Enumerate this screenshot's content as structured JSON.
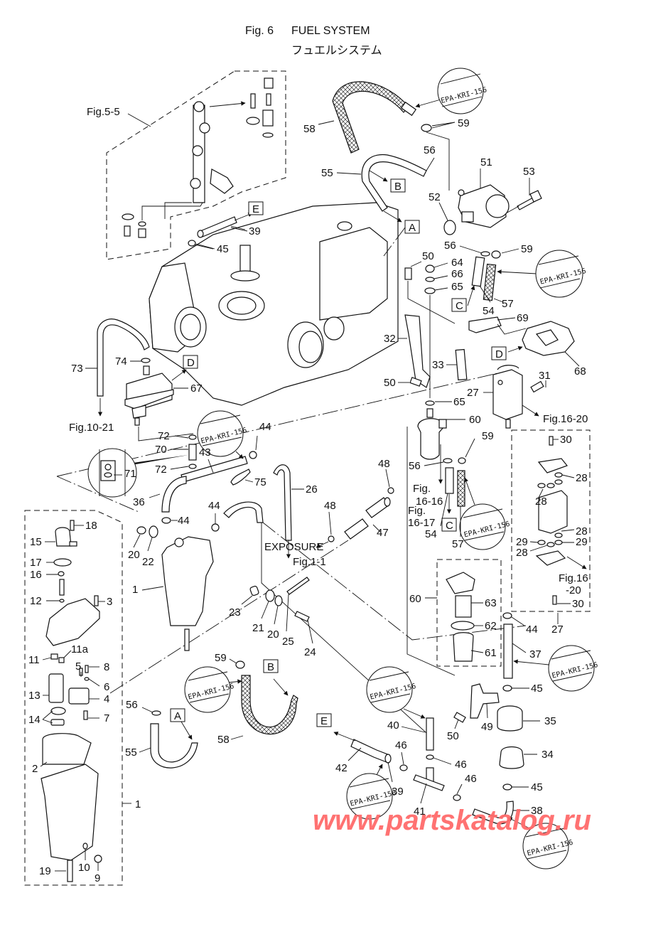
{
  "header": {
    "figure_number": "Fig. 6",
    "title_en": "FUEL SYSTEM",
    "title_ja": "フュエルシステム"
  },
  "cross_references": {
    "fig_5_5": "Fig.5-5",
    "fig_10_21": "Fig.10-21",
    "fig_16_20_a": "Fig.16-20",
    "fig_16_20_b1": "Fig.16",
    "fig_16_20_b2": "-20",
    "fig_16_16_a": "Fig.",
    "fig_16_16_b": "16-16",
    "fig_16_17_a": "Fig.",
    "fig_16_17_b": "16-17",
    "fig_1_1": "Fig.1-1",
    "exposure": "EXPOSURE"
  },
  "connection_markers": [
    "A",
    "B",
    "C",
    "D",
    "E"
  ],
  "hose_marking": "EPA-KRI-156",
  "part_numbers": [
    "1",
    "2",
    "3",
    "4",
    "5",
    "6",
    "7",
    "8",
    "9",
    "10",
    "11",
    "11a",
    "12",
    "13",
    "14",
    "15",
    "16",
    "17",
    "18",
    "19",
    "20",
    "21",
    "22",
    "23",
    "24",
    "25",
    "26",
    "27",
    "28",
    "29",
    "30",
    "31",
    "32",
    "33",
    "34",
    "35",
    "36",
    "37",
    "38",
    "39",
    "40",
    "41",
    "42",
    "43",
    "44",
    "45",
    "46",
    "47",
    "48",
    "49",
    "50",
    "51",
    "52",
    "53",
    "54",
    "55",
    "56",
    "57",
    "58",
    "59",
    "60",
    "61",
    "62",
    "63",
    "64",
    "65",
    "66",
    "67",
    "68",
    "69",
    "70",
    "71",
    "72",
    "73",
    "74",
    "75"
  ],
  "callouts": {
    "p58a": "58",
    "p59a": "59",
    "p56a": "56",
    "p55a": "55",
    "p51": "51",
    "p53": "53",
    "p52": "52",
    "p39a": "39",
    "p45a": "45",
    "p56b": "56",
    "p59b": "59",
    "p50a": "50",
    "p64": "64",
    "p66": "66",
    "p65a": "65",
    "p54a": "54",
    "p57a": "57",
    "p69": "69",
    "p68": "68",
    "p32": "32",
    "p33": "33",
    "p50b": "50",
    "p31": "31",
    "p27a": "27",
    "p65b": "65",
    "p60a": "60",
    "p73": "73",
    "p74": "74",
    "p67": "67",
    "p72a": "72",
    "p70": "70",
    "p43": "43",
    "p72b": "72",
    "p71": "71",
    "p44a": "44",
    "p75": "75",
    "p26": "26",
    "p36": "36",
    "p44b": "44",
    "p44c": "44",
    "p48a": "48",
    "p48b": "48",
    "p47": "47",
    "p56c": "56",
    "p59c": "59",
    "p54b": "54",
    "p57b": "57",
    "p30a": "30",
    "p28a": "28",
    "p28b": "28",
    "p28c": "28",
    "p29a": "29",
    "p28d": "28",
    "p29b": "29",
    "p30b": "30",
    "p27b": "27",
    "p18": "18",
    "p15": "15",
    "p17": "17",
    "p16": "16",
    "p12": "12",
    "p3": "3",
    "p11": "11",
    "p11a": "11a",
    "p5": "5",
    "p8": "8",
    "p6": "6",
    "p13": "13",
    "p4": "4",
    "p14": "14",
    "p7": "7",
    "p2": "2",
    "p1a": "1",
    "p1b": "1",
    "p19": "19",
    "p10": "10",
    "p9": "9",
    "p20a": "20",
    "p22": "22",
    "p23": "23",
    "p21": "21",
    "p20b": "20",
    "p25": "25",
    "p24": "24",
    "p59d": "59",
    "p56d": "56",
    "p55b": "55",
    "p58b": "58",
    "p60b": "60",
    "p63": "63",
    "p62": "62",
    "p61": "61",
    "p44d": "44",
    "p37": "37",
    "p45b": "45",
    "p35": "35",
    "p34": "34",
    "p45c": "45",
    "p38": "38",
    "p40": "40",
    "p49": "49",
    "p50c": "50",
    "p46a": "46",
    "p46b": "46",
    "p46c": "46",
    "p42": "42",
    "p39b": "39",
    "p41": "41"
  },
  "watermark": "www.partskatalog.ru"
}
